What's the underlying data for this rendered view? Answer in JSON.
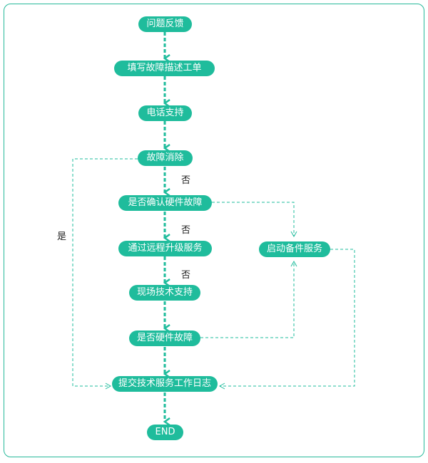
{
  "nodes": {
    "feedback": "问题反馈",
    "fill_ticket": "填写故障描述工单",
    "phone_support": "电话支持",
    "fault_cleared": "故障消除",
    "confirm_hardware": "是否确认硬件故障",
    "remote_upgrade": "通过远程升级服务",
    "onsite_support": "现场技术支持",
    "is_hardware": "是否硬件故障",
    "submit_log": "提交技术服务工作日志",
    "end": "END",
    "backup_service": "启动备件服务"
  },
  "labels": {
    "no_1": "否",
    "no_2": "否",
    "no_3": "否",
    "yes": "是"
  },
  "colors": {
    "node_fill": "#1fbc9c",
    "connector": "#1fbc9c",
    "frame": "#27b99a"
  }
}
